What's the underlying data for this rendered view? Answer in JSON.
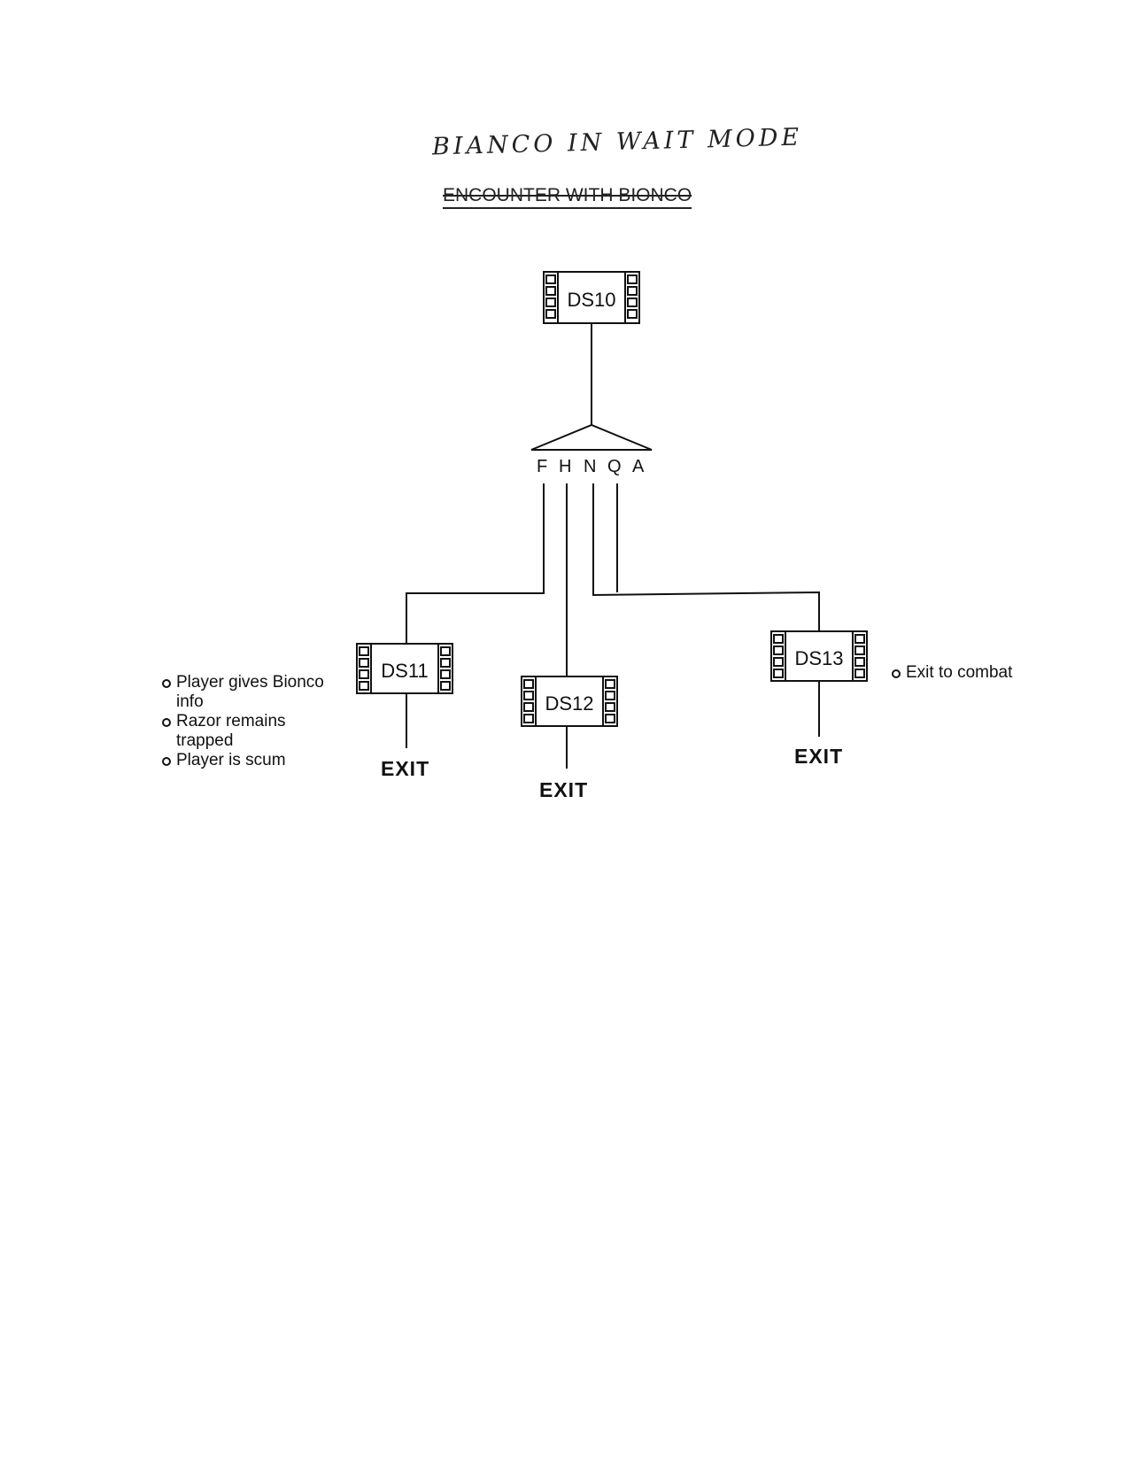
{
  "header": {
    "handwritten_title": "BIANCO IN WAIT MODE",
    "struck_title": "ENCOUNTER WITH BIONCO"
  },
  "nodes": {
    "root": "DS10",
    "left": "DS11",
    "middle": "DS12",
    "right": "DS13"
  },
  "branches": [
    "F",
    "H",
    "N",
    "Q",
    "A"
  ],
  "exits": {
    "left": "EXIT",
    "middle": "EXIT",
    "right": "EXIT"
  },
  "notes_left": [
    "Player gives Bionco info",
    "Razor remains trapped",
    "Player is scum"
  ],
  "notes_right": [
    "Exit to combat"
  ]
}
